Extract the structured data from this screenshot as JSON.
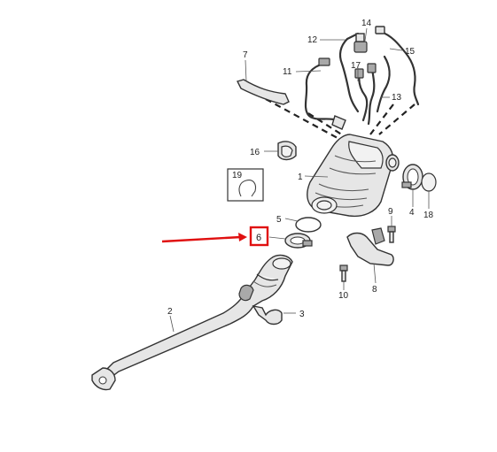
{
  "diagram": {
    "callouts": [
      {
        "id": "c1",
        "text": "1"
      },
      {
        "id": "c2",
        "text": "2"
      },
      {
        "id": "c3",
        "text": "3"
      },
      {
        "id": "c4",
        "text": "4"
      },
      {
        "id": "c5",
        "text": "5"
      },
      {
        "id": "c6",
        "text": "6"
      },
      {
        "id": "c7",
        "text": "7"
      },
      {
        "id": "c8",
        "text": "8"
      },
      {
        "id": "c9",
        "text": "9"
      },
      {
        "id": "c10",
        "text": "10"
      },
      {
        "id": "c11",
        "text": "11"
      },
      {
        "id": "c12",
        "text": "12"
      },
      {
        "id": "c13",
        "text": "13"
      },
      {
        "id": "c14",
        "text": "14"
      },
      {
        "id": "c15",
        "text": "15"
      },
      {
        "id": "c16",
        "text": "16"
      },
      {
        "id": "c17",
        "text": "17"
      },
      {
        "id": "c18",
        "text": "18"
      },
      {
        "id": "c19",
        "text": "19"
      }
    ],
    "highlight": {
      "callout": "6",
      "color": "#e01010"
    }
  }
}
